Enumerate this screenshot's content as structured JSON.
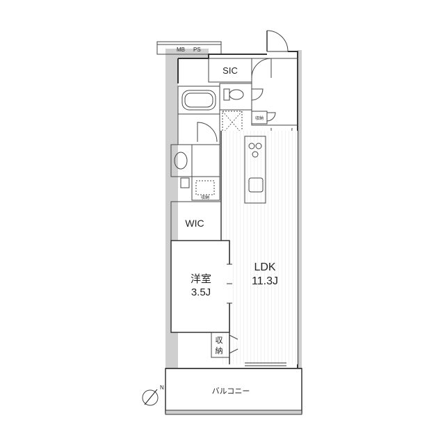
{
  "floorplan": {
    "rooms": {
      "sic": "SIC",
      "wic": "WIC",
      "western_room_name": "洋室",
      "western_room_size": "3.5J",
      "ldk_name": "LDK",
      "ldk_size": "11.3J",
      "closet_line1": "収",
      "closet_line2": "納",
      "balcony": "バルコニー"
    },
    "fixtures": {
      "meter_box": "MB",
      "pipe_space": "PS",
      "storage_small_1": "収納",
      "storage_small_2": "収納"
    },
    "compass": "N",
    "colors": {
      "shaft_gray": "#cfcfcf",
      "wall": "#333333",
      "ldk_stripe": "#e6e6e6"
    }
  }
}
